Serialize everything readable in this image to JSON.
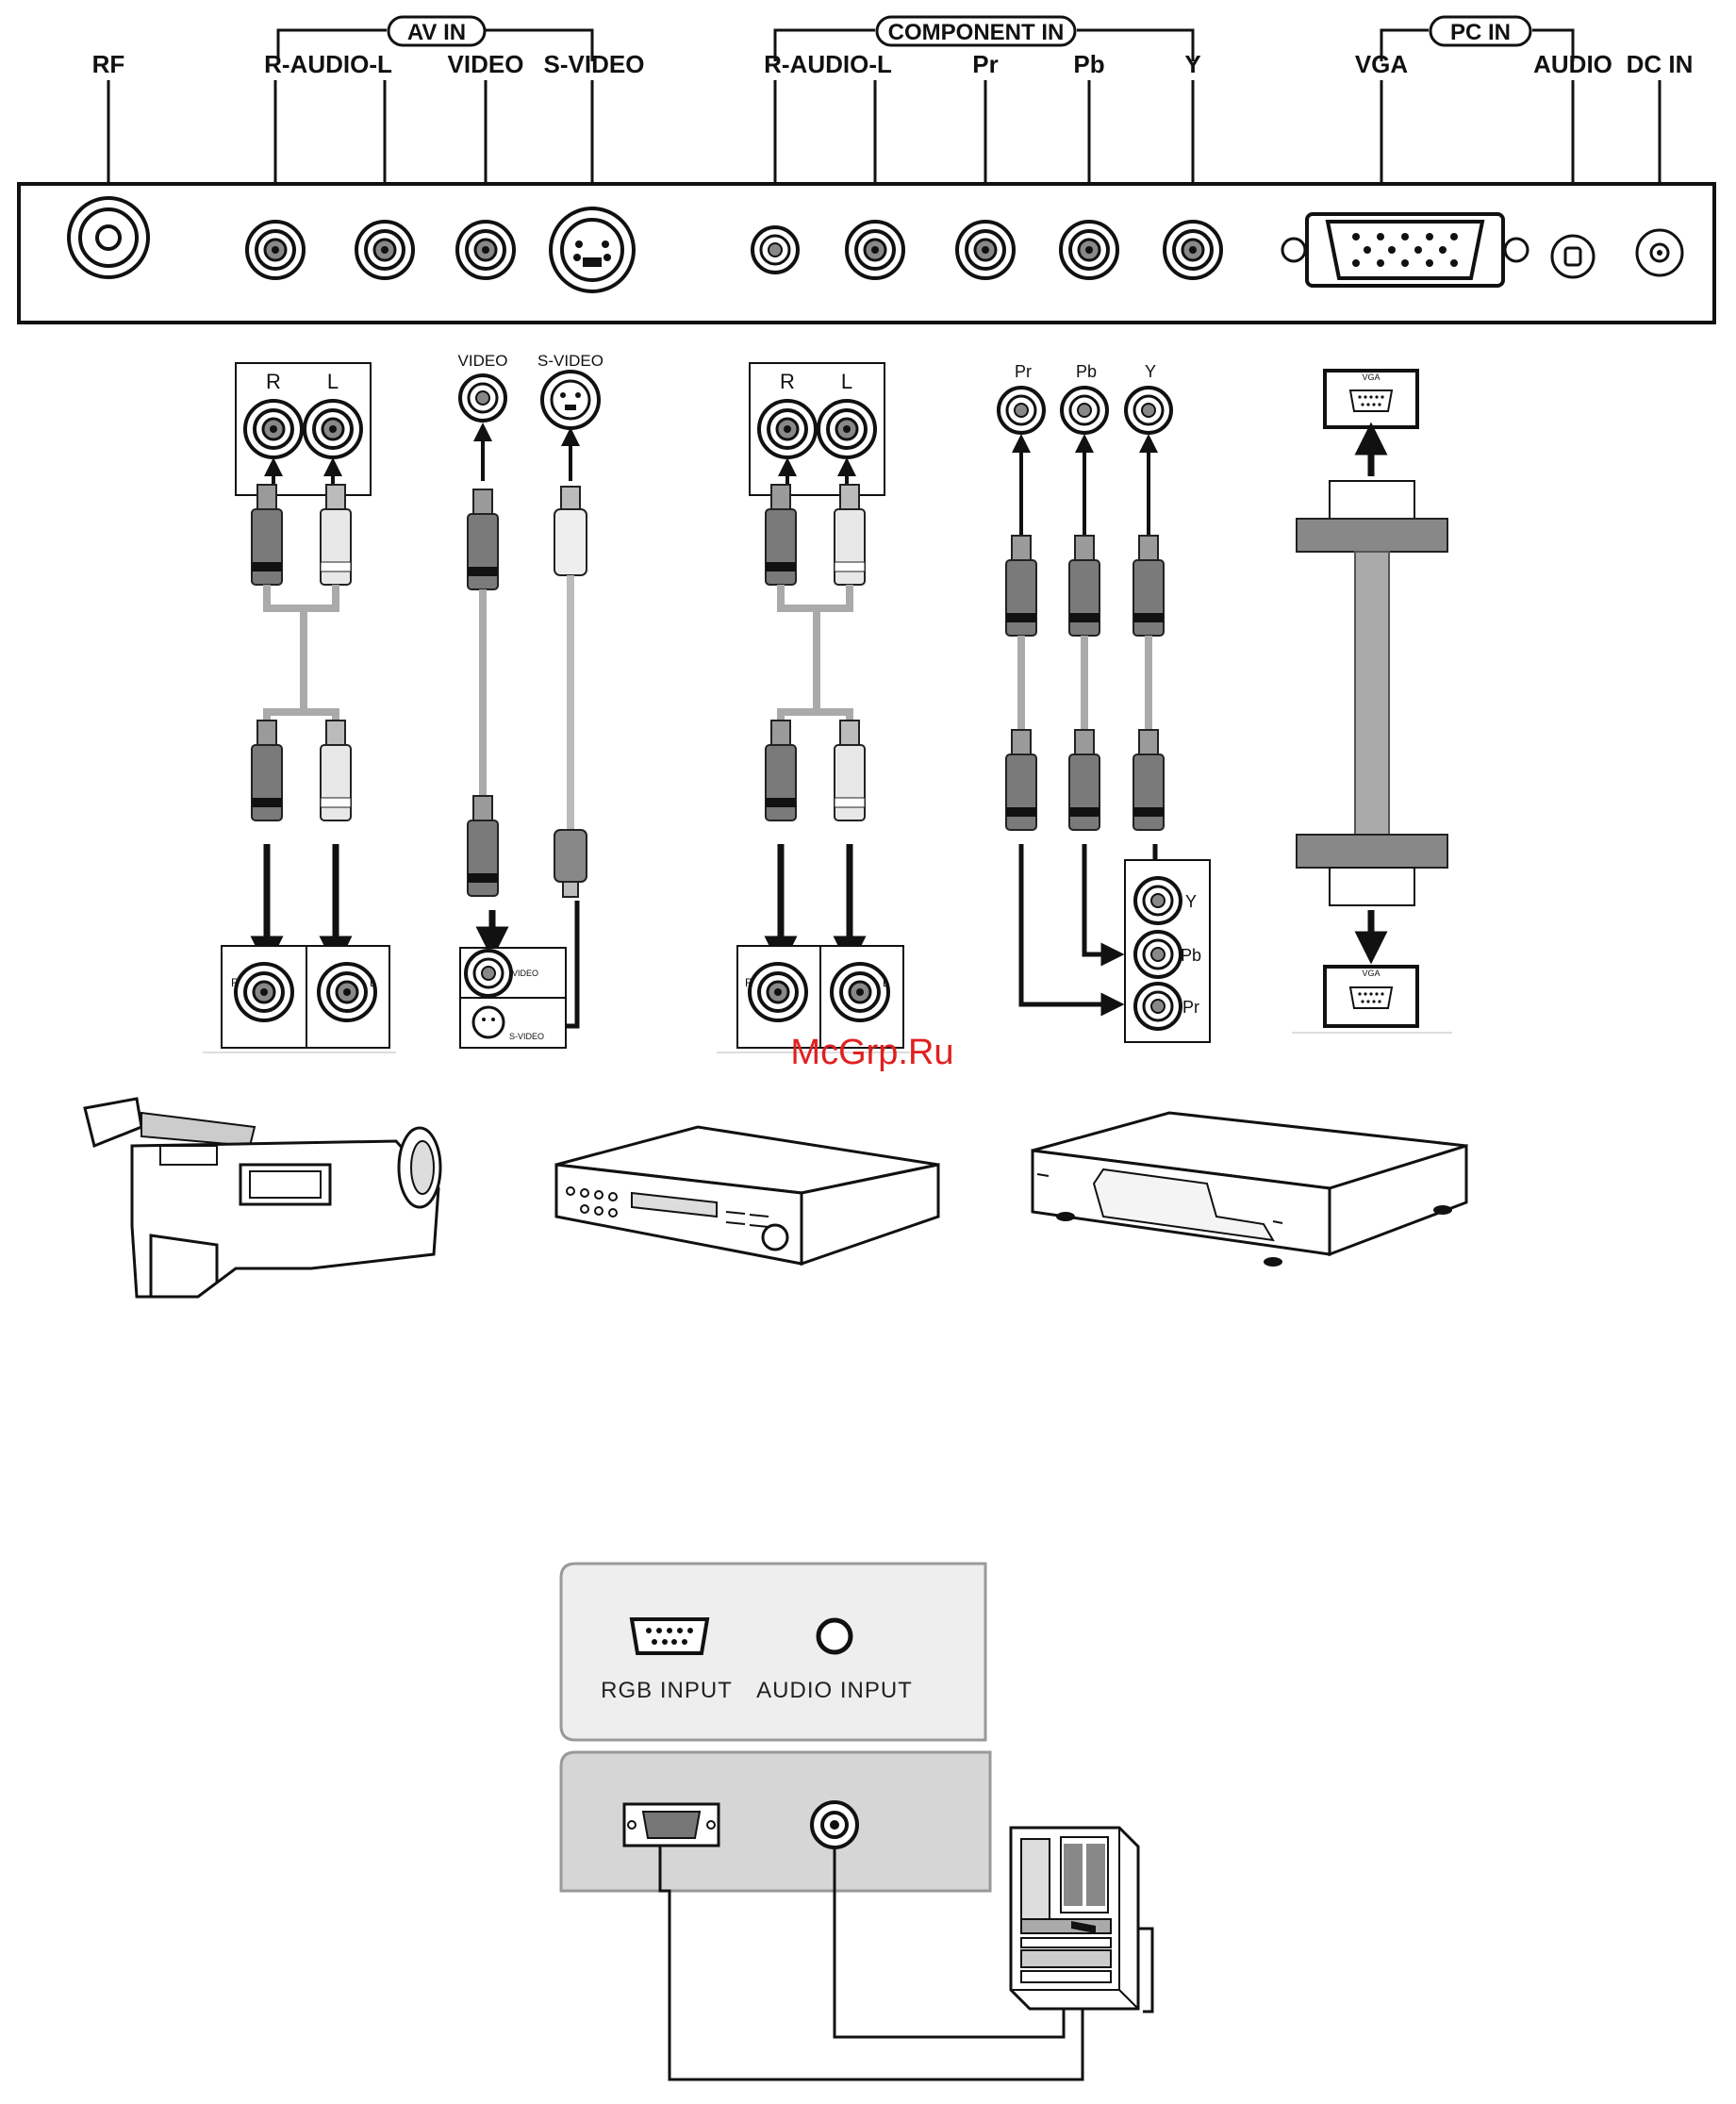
{
  "groups": {
    "av_in": "AV IN",
    "component_in": "COMPONENT IN",
    "pc_in": "PC IN"
  },
  "ports": {
    "rf": "RF",
    "av_audio": "R-AUDIO-L",
    "video": "VIDEO",
    "svideo": "S-VIDEO",
    "comp_audio": "R-AUDIO-L",
    "pr": "Pr",
    "pb": "Pb",
    "y": "Y",
    "vga": "VGA",
    "pc_audio": "AUDIO",
    "dc_in": "DC IN"
  },
  "cables": {
    "r": "R",
    "l": "L",
    "video": "VIDEO",
    "svideo": "S-VIDEO",
    "pr": "Pr",
    "pb": "Pb",
    "y": "Y",
    "vga": "VGA"
  },
  "watermark": "McGrp.Ru",
  "pc_panel": {
    "rgb_input": "RGB INPUT",
    "audio_input": "AUDIO INPUT"
  },
  "icons": {
    "rca": "rca-jack-icon",
    "svideo": "svideo-jack-icon",
    "vga": "vga-port-icon",
    "camcorder": "camcorder-icon",
    "dvd": "dvd-player-icon",
    "settop": "set-top-box-icon",
    "pc": "pc-tower-icon"
  }
}
